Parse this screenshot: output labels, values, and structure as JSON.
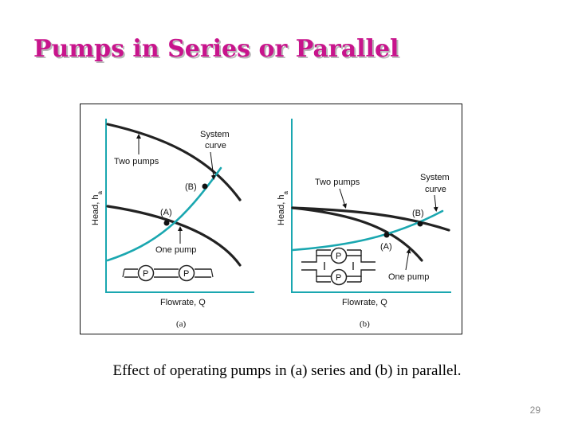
{
  "slide": {
    "title": "Pumps in Series or Parallel",
    "caption": "Effect of operating pumps in (a) series and (b) in parallel.",
    "page_number": "29",
    "colors": {
      "title": "#c8148c",
      "system_curve": "#1aa7b0",
      "pump_curve": "#222222",
      "axes": "#1aa7b0"
    }
  },
  "figure": {
    "panel_a": {
      "system_curve_label_line1": "System",
      "system_curve_label_line2": "curve",
      "two_pumps_label": "Two pumps",
      "point_b_label": "(B)",
      "point_a_label": "(A)",
      "one_pump_label": "One pump",
      "y_axis_label_prefix": "Head, ",
      "y_axis_label_var": "h",
      "y_axis_label_sub": "a",
      "x_axis_label_prefix": "Flowrate, ",
      "x_axis_label_var": "Q",
      "pump_symbol": "P",
      "panel_label": "(a)"
    },
    "panel_b": {
      "system_curve_label_line1": "System",
      "system_curve_label_line2": "curve",
      "two_pumps_label": "Two pumps",
      "point_b_label": "(B)",
      "point_a_label": "(A)",
      "one_pump_label": "One pump",
      "y_axis_label_prefix": "Head, ",
      "y_axis_label_var": "h",
      "y_axis_label_sub": "a",
      "x_axis_label_prefix": "Flowrate, ",
      "x_axis_label_var": "Q",
      "pump_symbol": "P",
      "panel_label": "(b)"
    }
  }
}
